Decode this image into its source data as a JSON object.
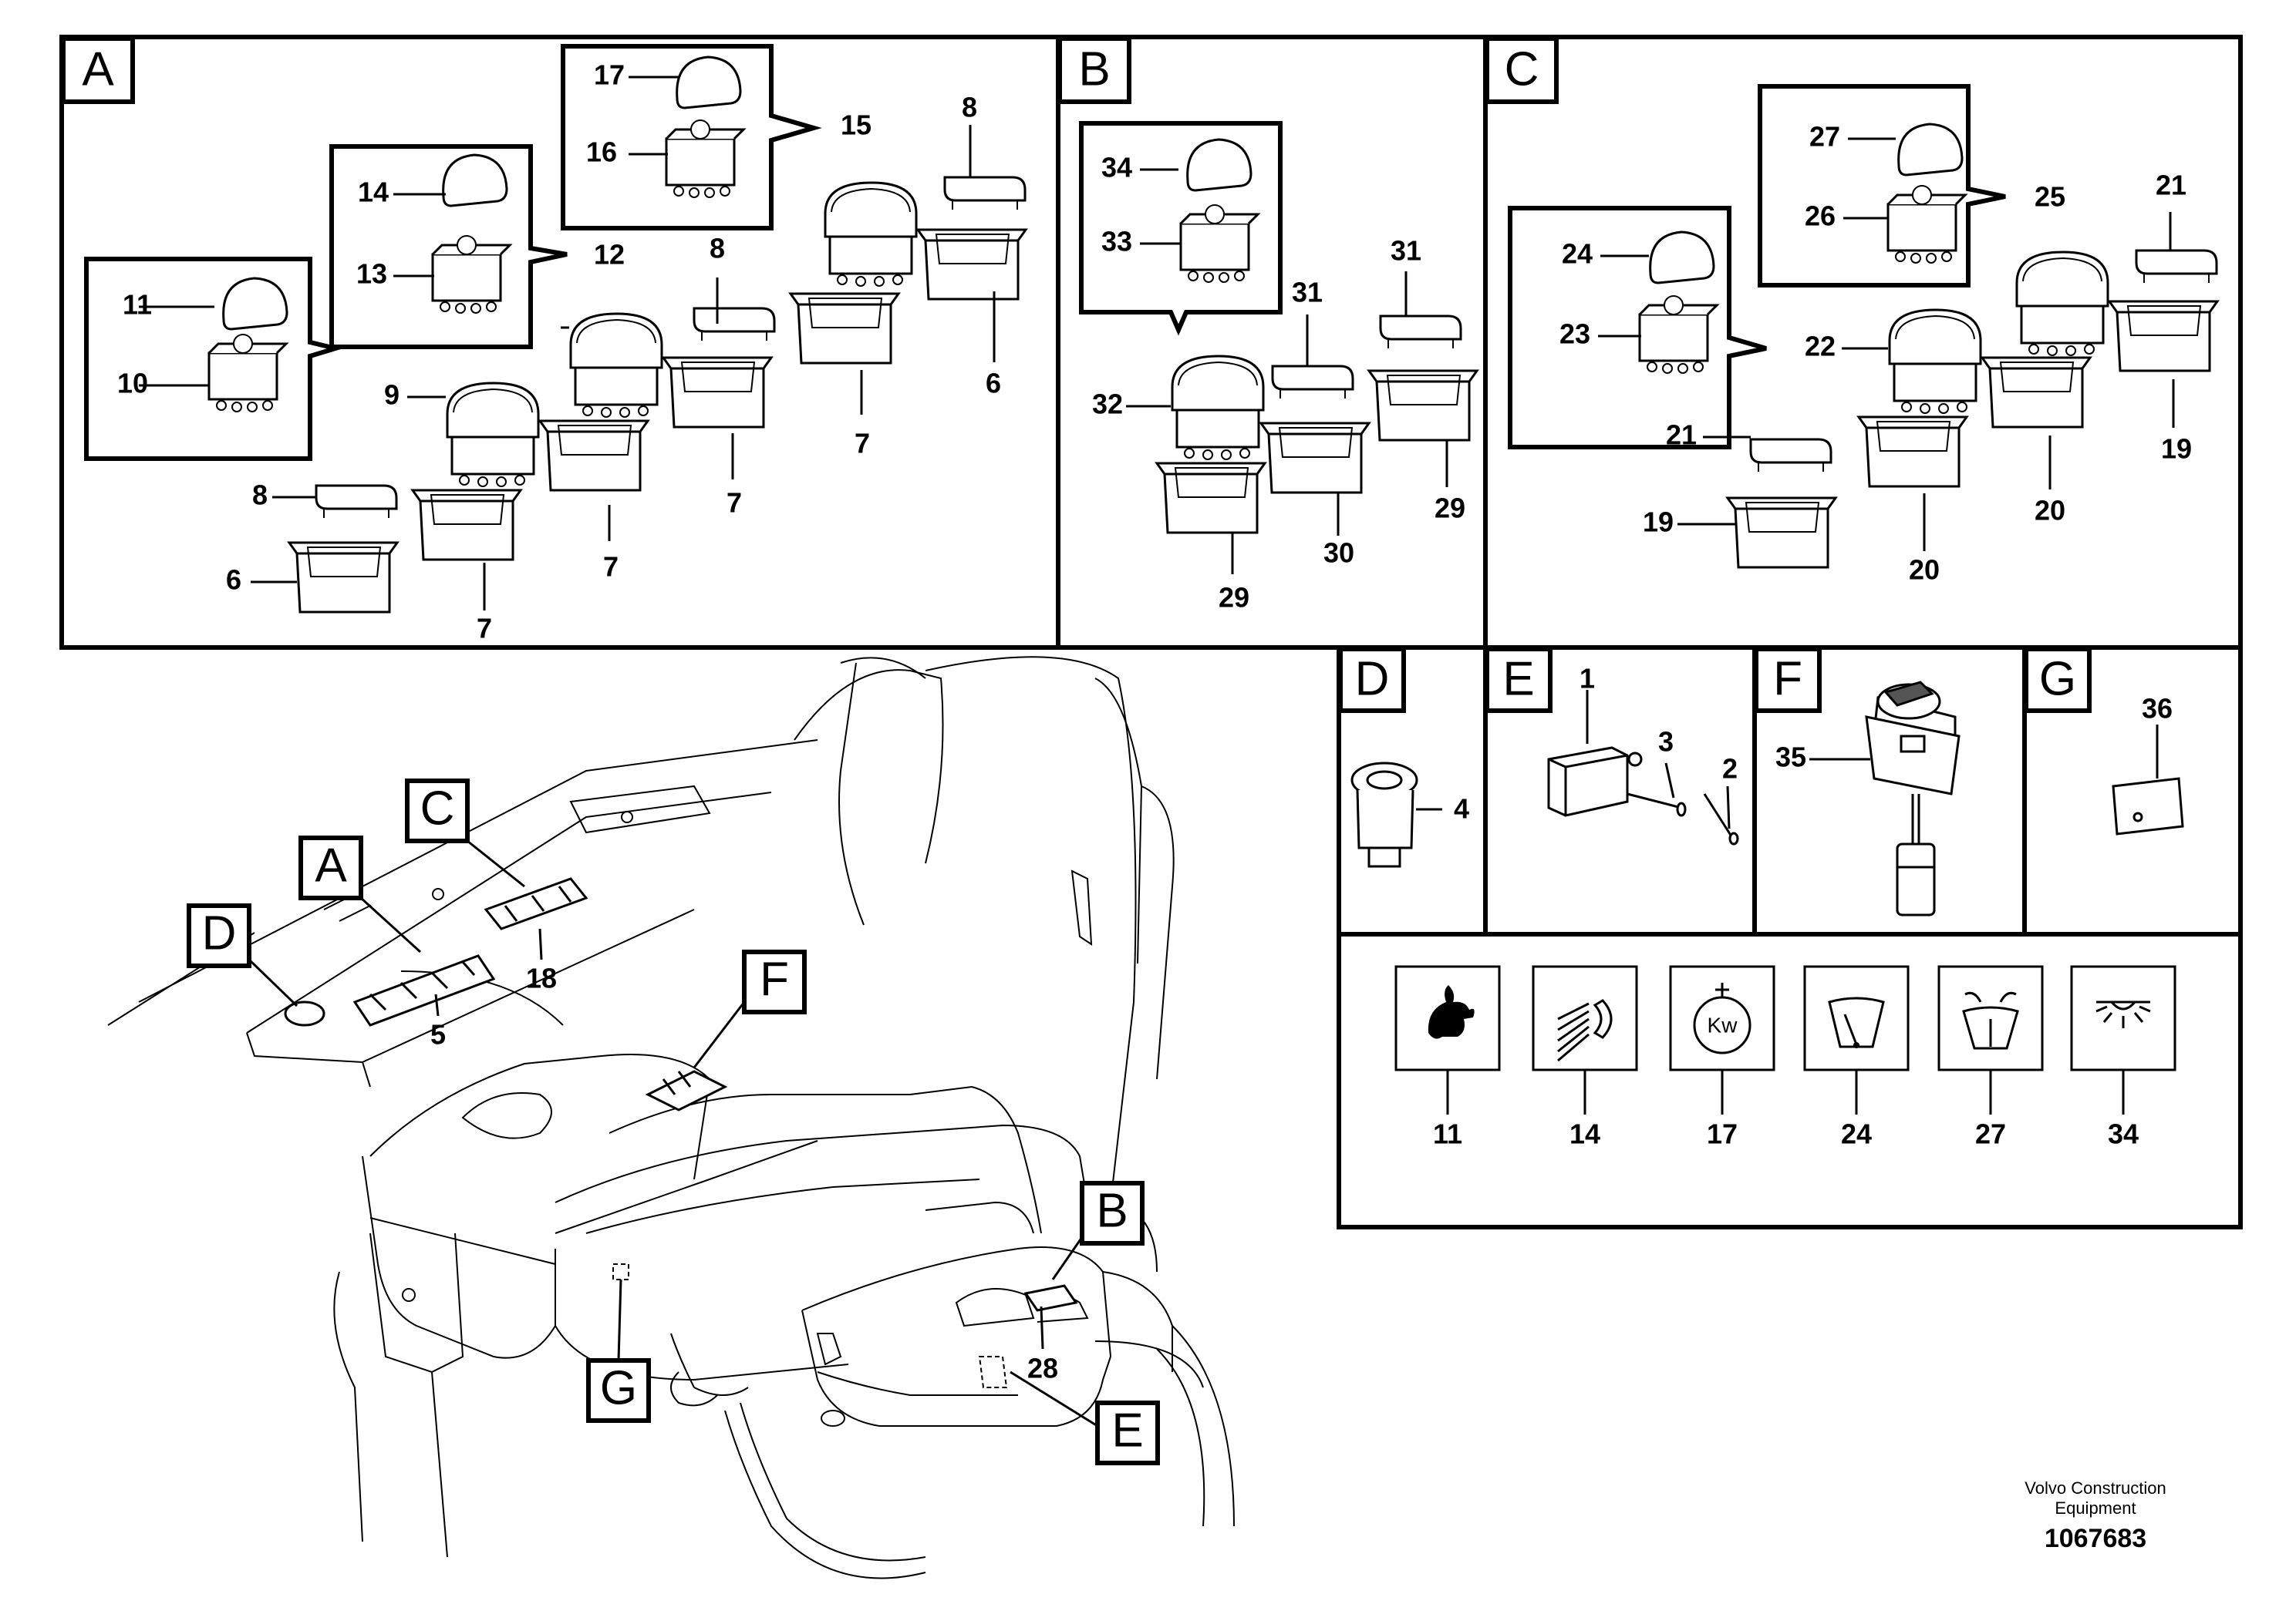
{
  "sections": {
    "A": "A",
    "B": "B",
    "C": "C",
    "D": "D",
    "E": "E",
    "F": "F",
    "G": "G"
  },
  "parts": {
    "p1": "1",
    "p2": "2",
    "p3": "3",
    "p4": "4",
    "p5": "5",
    "p6": "6",
    "p7": "7",
    "p8": "8",
    "p9": "9",
    "p10": "10",
    "p11": "11",
    "p12": "12",
    "p13": "13",
    "p14": "14",
    "p15": "15",
    "p16": "16",
    "p17": "17",
    "p18": "18",
    "p19": "19",
    "p20": "20",
    "p21": "21",
    "p22": "22",
    "p23": "23",
    "p24": "24",
    "p25": "25",
    "p26": "26",
    "p27": "27",
    "p28": "28",
    "p29": "29",
    "p30": "30",
    "p31": "31",
    "p32": "32",
    "p33": "33",
    "p34": "34",
    "p35": "35",
    "p36": "36"
  },
  "symbols": [
    {
      "label": "11",
      "icon": "rabbit-icon"
    },
    {
      "label": "14",
      "icon": "work-light-icon"
    },
    {
      "label": "17",
      "icon": "kw-power-icon"
    },
    {
      "label": "24",
      "icon": "wiper-icon"
    },
    {
      "label": "27",
      "icon": "washer-icon"
    },
    {
      "label": "34",
      "icon": "cab-light-icon"
    }
  ],
  "footer": {
    "brand_line1": "Volvo Construction",
    "brand_line2": "Equipment",
    "drawing_number": "1067683"
  }
}
